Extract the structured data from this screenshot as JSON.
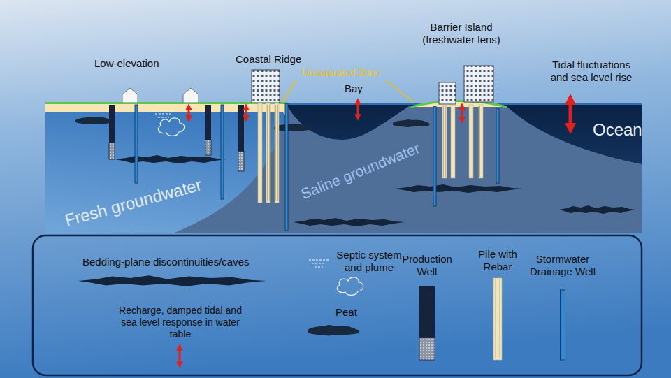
{
  "diagram": {
    "labels": [
      "Low-elevation",
      "Coastal Ridge",
      "Unsaturated Zone",
      "Bay",
      "Barrier Island (freshwater lens)",
      "Tidal fluctuations and sea level rise",
      "Ocean",
      "Saline groundwater",
      "Fresh groundwater"
    ],
    "legend": [
      {
        "text": "Bedding-plane discontinuities/caves"
      },
      {
        "text": "Septic system and plume"
      },
      {
        "text": "Production Well"
      },
      {
        "text": "Pile with Rebar"
      },
      {
        "text": "Stormwater Drainage Well"
      },
      {
        "text": "Peat"
      },
      {
        "text": "Recharge, damped tidal and sea level response in water table"
      }
    ]
  }
}
